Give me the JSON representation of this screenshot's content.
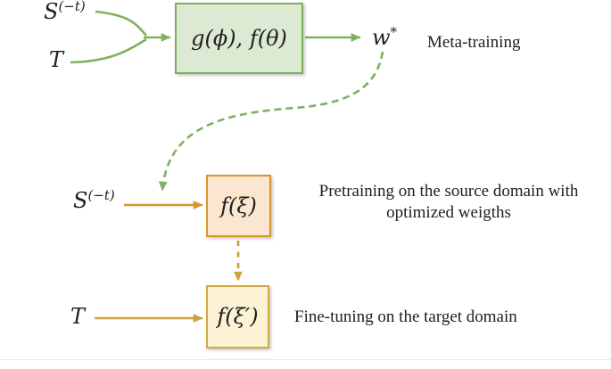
{
  "colors": {
    "green_line": "#7fb160",
    "green_box_fill": "#dcead3",
    "green_box_border": "#7fae5f",
    "orange_line": "#d6952e",
    "orange_box_fill": "#fbe7cf",
    "gold_line": "#c9a43c",
    "gold_box_fill": "#fbf3d4",
    "gold_box_border": "#cfa845",
    "text": "#202020"
  },
  "meta_row": {
    "support_label_base": "S",
    "support_label_sup": "(−t)",
    "target_label": "T",
    "box_label": "g(ϕ), f(θ)",
    "weights_label_base": "w",
    "weights_label_sup": "*",
    "caption": "Meta-training"
  },
  "pretrain_row": {
    "support_label_base": "S",
    "support_label_sup": "(−t)",
    "box_label": "f(ξ)",
    "caption_line1": "Pretraining on the source domain with",
    "caption_line2": "optimized weigths"
  },
  "finetune_row": {
    "target_label": "T",
    "box_label": "f(ξ′)",
    "caption": "Fine-tuning on the target domain"
  }
}
